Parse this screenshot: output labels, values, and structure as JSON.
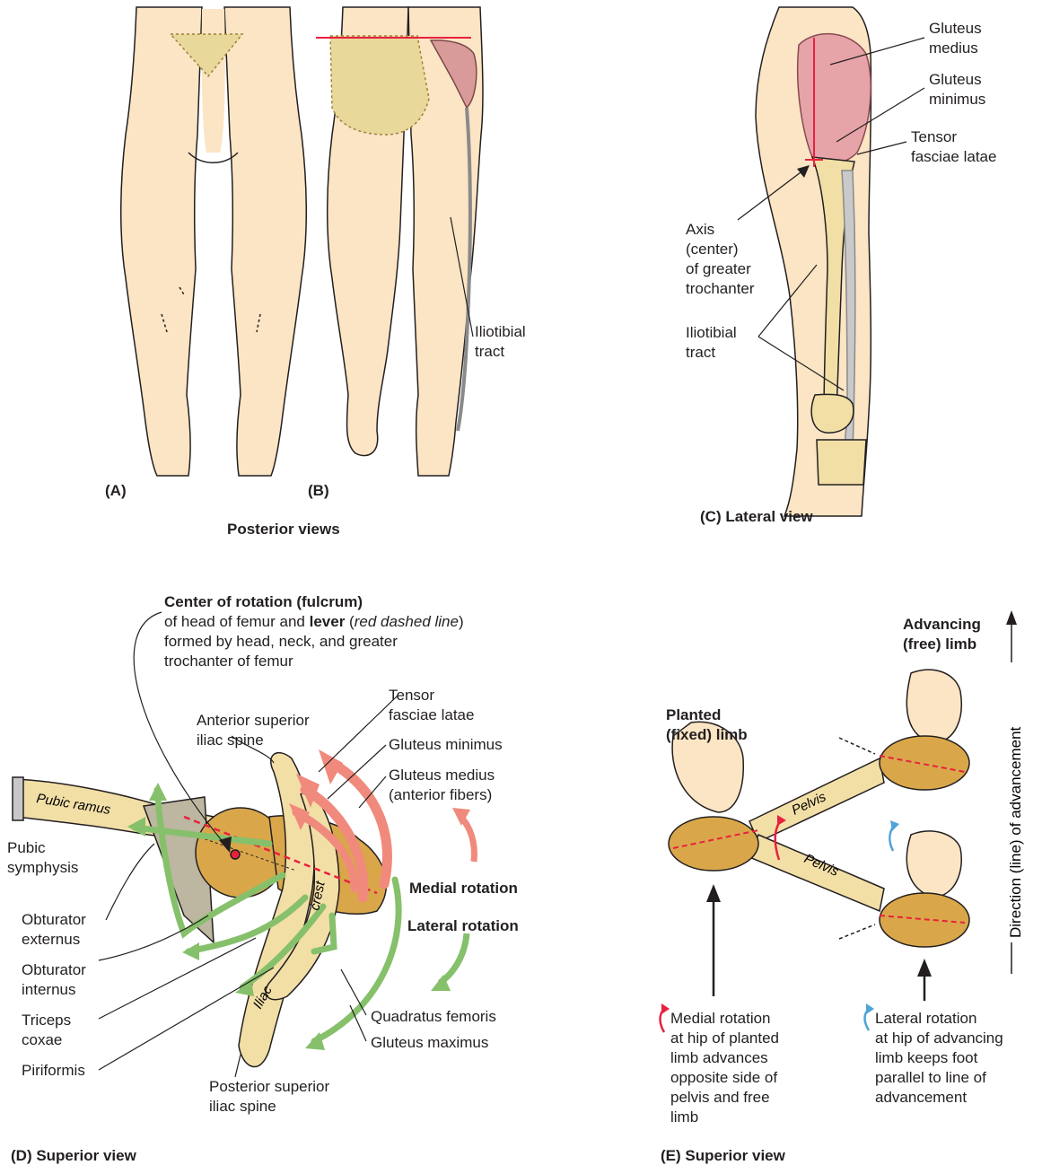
{
  "panels": {
    "A": "(A)",
    "B": "(B)",
    "C": "(C) Lateral view",
    "posterior": "Posterior views",
    "D": "(D) Superior view",
    "E": "(E) Superior view"
  },
  "labels_b": {
    "iliotibial_1": "Iliotibial",
    "iliotibial_2": "tract"
  },
  "labels_c": {
    "gmed_1": "Gluteus",
    "gmed_2": "medius",
    "gmin_1": "Gluteus",
    "gmin_2": "minimus",
    "tfl_1": "Tensor",
    "tfl_2": "fasciae latae",
    "axis_1": "Axis",
    "axis_2": "(center)",
    "axis_3": "of greater",
    "axis_4": "trochanter",
    "itt_1": "Iliotibial",
    "itt_2": "tract"
  },
  "labels_d": {
    "center_bold": "Center of rotation (fulcrum)",
    "center_2a": "of head of femur and ",
    "center_2b": "lever",
    "center_2c": " (",
    "center_2d": "red dashed line",
    "center_2e": ")",
    "center_3": "formed by head, neck, and greater",
    "center_4": "trochanter of femur",
    "tfl_1": "Tensor",
    "tfl_2": "fasciae latae",
    "asis_1": "Anterior superior",
    "asis_2": "iliac spine",
    "gmin": "Gluteus minimus",
    "gmed_1": "Gluteus medius",
    "gmed_2": "(anterior fibers)",
    "pubic_ramus": "Pubic ramus",
    "pubic_sym_1": "Pubic",
    "pubic_sym_2": "symphysis",
    "medial_rotation": "Medial rotation",
    "lateral_rotation": "Lateral rotation",
    "obt_ext_1": "Obturator",
    "obt_ext_2": "externus",
    "obt_int_1": "Obturator",
    "obt_int_2": "internus",
    "triceps_1": "Triceps",
    "triceps_2": "coxae",
    "piriformis": "Piriformis",
    "crest": "crest",
    "iliac": "Iliac",
    "quadratus": "Quadratus femoris",
    "gmax": "Gluteus maximus",
    "psis_1": "Posterior superior",
    "psis_2": "iliac spine"
  },
  "labels_e": {
    "advancing_1": "Advancing",
    "advancing_2": "(free) limb",
    "planted_1": "Planted",
    "planted_2": "(fixed) limb",
    "direction": "Direction (line) of advancement",
    "pelvis": "Pelvis",
    "medial_text": [
      "Medial rotation",
      "at hip of planted",
      "limb advances",
      "opposite side of",
      "pelvis and free",
      "limb"
    ],
    "lateral_text": [
      "Lateral rotation",
      "at hip of advancing",
      "limb keeps foot",
      "parallel to line of",
      "advancement"
    ]
  },
  "colors": {
    "skin": "#fbe5c4",
    "bone": "#f2dfa6",
    "head": "#d9a74a",
    "red": "#e8213f",
    "pink": "#f08a7c",
    "green": "#86c06b",
    "blue": "#4ea3d8"
  }
}
